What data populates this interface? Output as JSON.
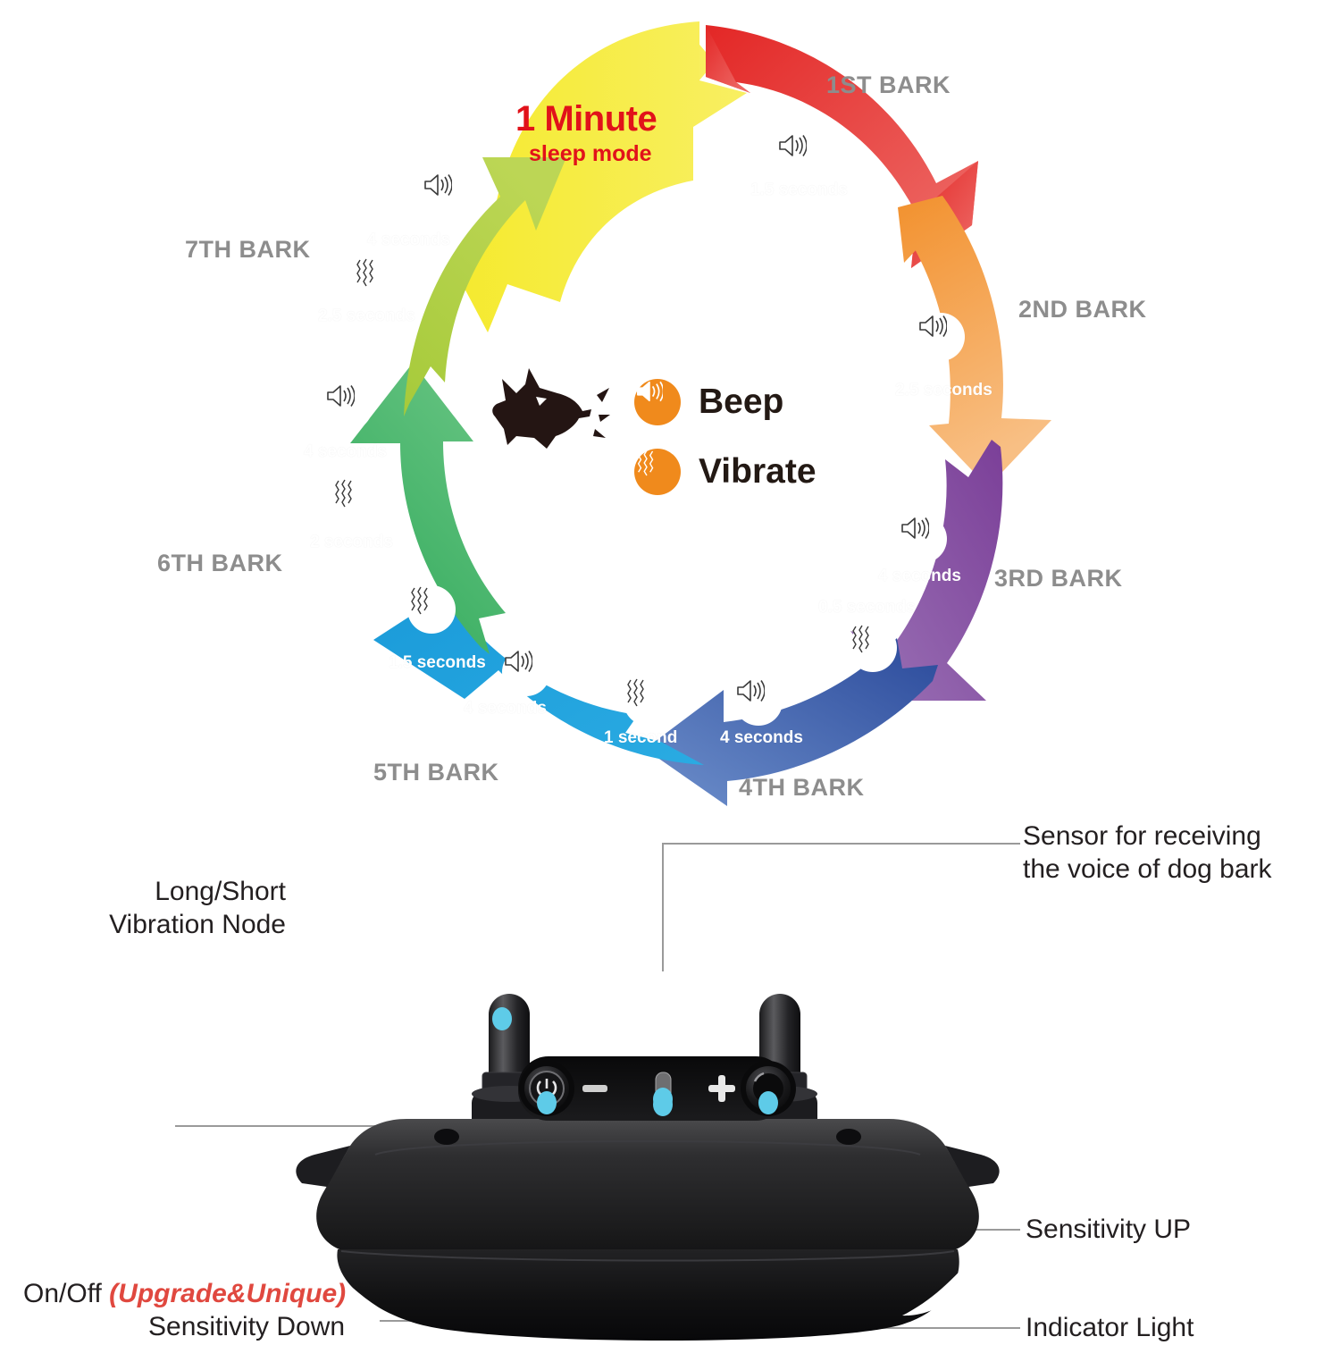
{
  "cycle": {
    "sleep": {
      "title": "1 Minute",
      "subtitle": "sleep mode",
      "color": "#e1121a",
      "arrow_color": "#f5ea2e"
    },
    "legend": {
      "beep_label": "Beep",
      "vibrate_label": "Vibrate",
      "beep_icon": "speaker-icon",
      "vibrate_icon": "vibrate-icon",
      "dog_icon": "barking-dog-icon",
      "icon_background": "#f08a1c"
    },
    "stages": [
      {
        "label": "1ST BARK",
        "color": "#e32726",
        "color_end": "#ee6f6b",
        "beep": "1.5 seconds",
        "vibrate": null
      },
      {
        "label": "2ND BARK",
        "color": "#f2912e",
        "color_end": "#f8bf84",
        "beep": "2.5 seconds",
        "vibrate": null
      },
      {
        "label": "3RD BARK",
        "color": "#7b3f98",
        "color_end": "#9b73b6",
        "beep": "4 seconds",
        "vibrate": "0.5 seconds"
      },
      {
        "label": "4TH BARK",
        "color": "#2b4a9b",
        "color_end": "#5f84c4",
        "beep": "4 seconds",
        "vibrate": "1 second"
      },
      {
        "label": "5TH BARK",
        "color": "#1a9ad9",
        "color_end": "#2aabe2",
        "beep": "4 seconds",
        "vibrate": "1.5 seconds"
      },
      {
        "label": "6TH BARK",
        "color": "#2fa95a",
        "color_end": "#4dbd6e",
        "beep": "4 seconds",
        "vibrate": "2 seconds"
      },
      {
        "label": "7TH BARK",
        "color": "#a6ca3a",
        "color_end": "#b9d44f",
        "beep": "4 seconds",
        "vibrate": "2.5 seconds"
      }
    ]
  },
  "device": {
    "marker_color": "#5ecbe8",
    "callouts": [
      {
        "name": "vibration-node",
        "line1": "Long/Short",
        "line2": "Vibration Node"
      },
      {
        "name": "bark-sensor",
        "line1": "Sensor for receiving",
        "line2": "the voice of dog bark"
      },
      {
        "name": "sensitivity-up",
        "line1": "Sensitivity UP",
        "line2": ""
      },
      {
        "name": "indicator-light",
        "line1": "Indicator Light",
        "line2": ""
      },
      {
        "name": "power-sensitivity-down",
        "line1": "On/Off",
        "line1_accent": "(Upgrade&Unique)",
        "line2": "Sensitivity Down"
      }
    ]
  }
}
